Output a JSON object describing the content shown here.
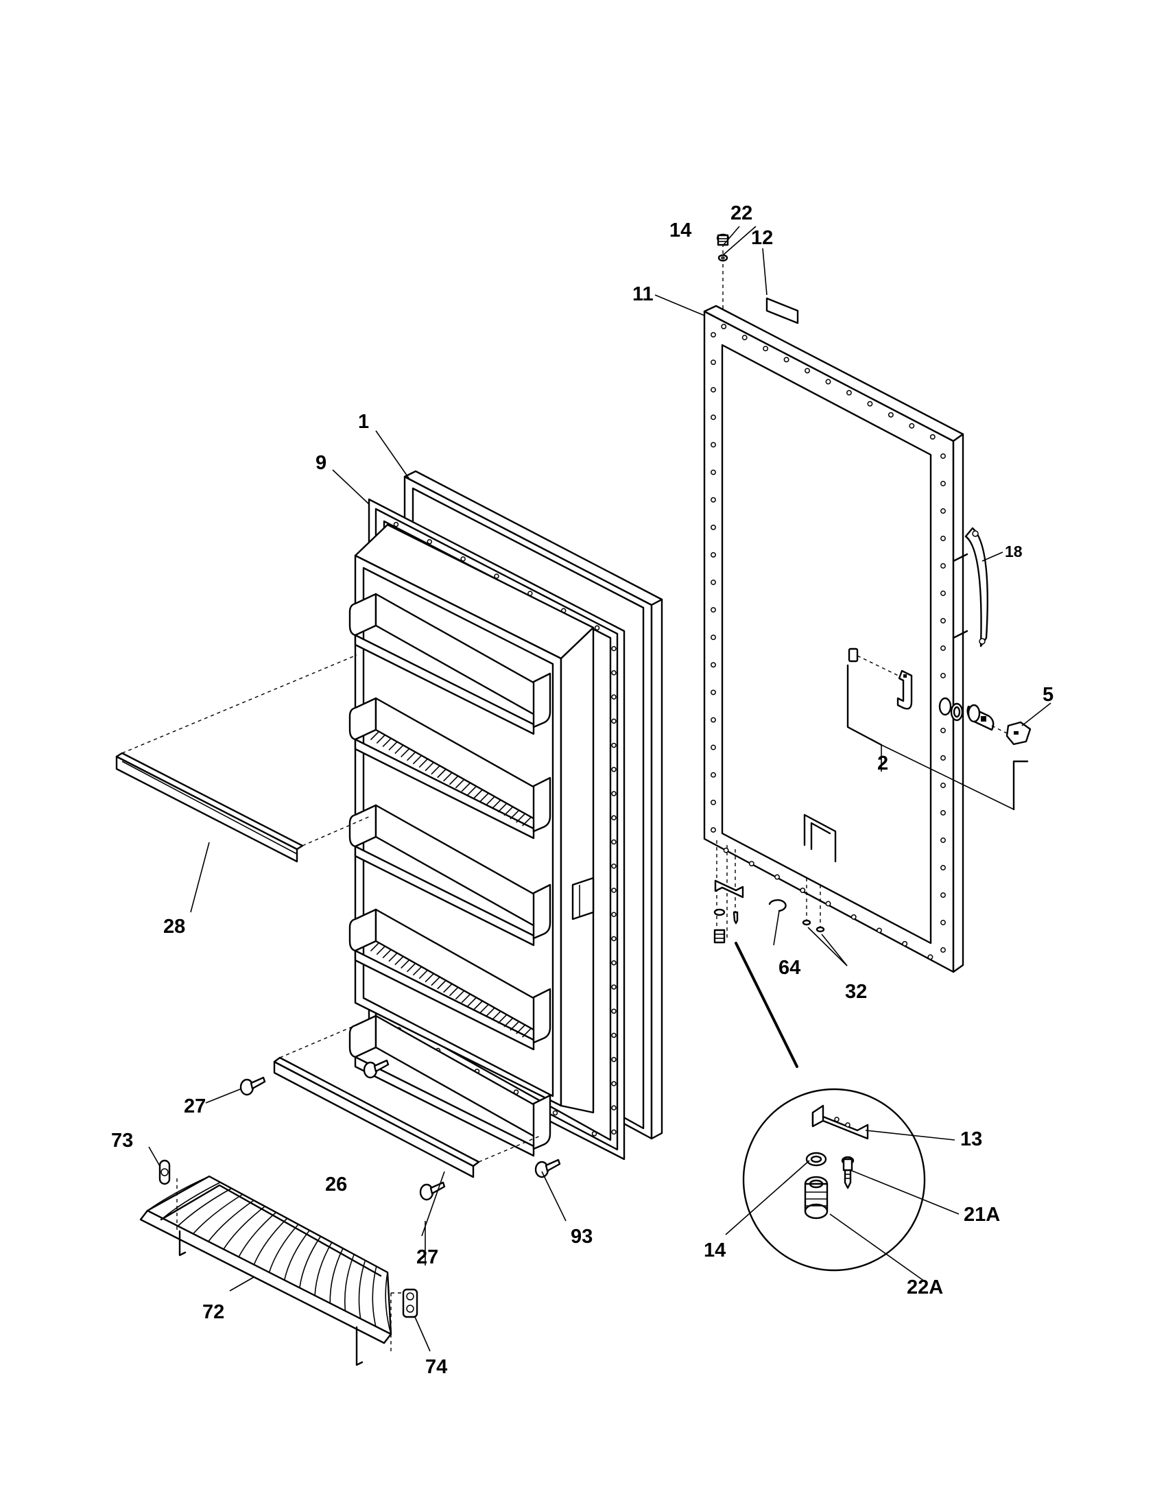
{
  "callouts": {
    "c1": "1",
    "c2": "2",
    "c5": "5",
    "c9": "9",
    "c11": "11",
    "c12": "12",
    "c13": "13",
    "c14a": "14",
    "c14b": "14",
    "c18": "18",
    "c21A": "21A",
    "c22": "22",
    "c22A": "22A",
    "c26": "26",
    "c27a": "27",
    "c27b": "27",
    "c28": "28",
    "c32": "32",
    "c64": "64",
    "c72": "72",
    "c73": "73",
    "c74": "74",
    "c93": "93"
  }
}
